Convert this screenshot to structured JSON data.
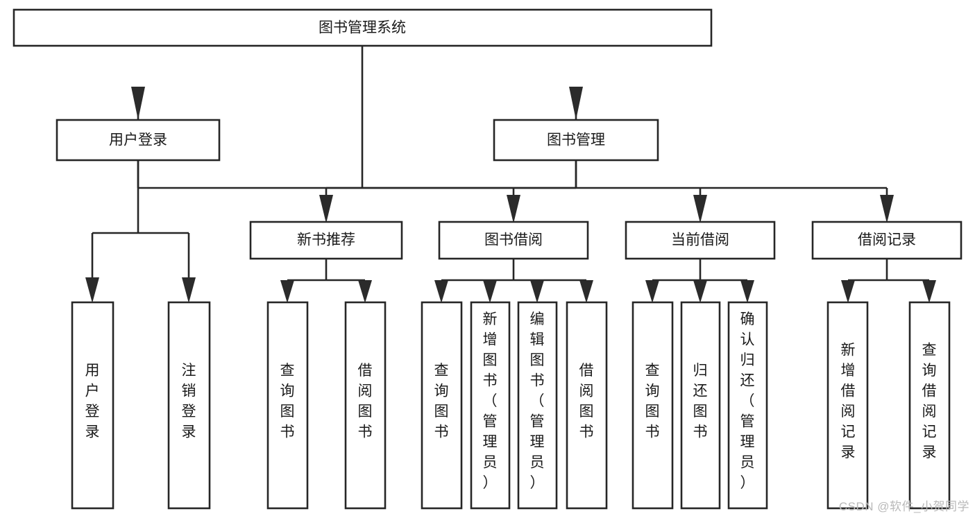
{
  "diagram": {
    "type": "tree-hierarchy-chart",
    "title": "图书管理系统",
    "watermark": "CSDN @软件_小贺同学",
    "colors": {
      "box_stroke": "#262626",
      "box_fill": "#ffffff",
      "text": "#1a1a1a",
      "arrow": "#2b2b2b",
      "watermark": "#b9b9b9",
      "background": "#ffffff"
    },
    "root": {
      "label": "图书管理系统",
      "orientation": "horizontal"
    },
    "level2": [
      {
        "label": "用户登录",
        "orientation": "horizontal"
      },
      {
        "label": "图书管理",
        "orientation": "horizontal"
      }
    ],
    "level3": [
      {
        "label": "新书推荐",
        "orientation": "horizontal",
        "parent": "图书管理"
      },
      {
        "label": "图书借阅",
        "orientation": "horizontal",
        "parent": "图书管理"
      },
      {
        "label": "当前借阅",
        "orientation": "horizontal",
        "parent": "图书管理"
      },
      {
        "label": "借阅记录",
        "orientation": "horizontal",
        "parent": "图书管理"
      }
    ],
    "leaves": {
      "user_login": [
        {
          "label": "用户登录",
          "lines": [
            "用",
            "户",
            "登",
            "录"
          ]
        },
        {
          "label": "注销登录",
          "lines": [
            "注",
            "销",
            "登",
            "录"
          ]
        }
      ],
      "new_book_recommend": [
        {
          "label": "查询图书",
          "lines": [
            "查",
            "询",
            "图",
            "书"
          ]
        },
        {
          "label": "借阅图书",
          "lines": [
            "借",
            "阅",
            "图",
            "书"
          ]
        }
      ],
      "book_borrow": [
        {
          "label": "查询图书",
          "lines": [
            "查",
            "询",
            "图",
            "书"
          ]
        },
        {
          "label": "新增图书（管理员）",
          "lines": [
            "新",
            "增",
            "图",
            "书",
            "（",
            "管",
            "理",
            "员",
            "）"
          ]
        },
        {
          "label": "编辑图书（管理员）",
          "lines": [
            "编",
            "辑",
            "图",
            "书",
            "（",
            "管",
            "理",
            "员",
            "）"
          ]
        },
        {
          "label": "借阅图书",
          "lines": [
            "借",
            "阅",
            "图",
            "书"
          ]
        }
      ],
      "current_borrow": [
        {
          "label": "查询图书",
          "lines": [
            "查",
            "询",
            "图",
            "书"
          ]
        },
        {
          "label": "归还图书",
          "lines": [
            "归",
            "还",
            "图",
            "书"
          ]
        },
        {
          "label": "确认归还（管理员）",
          "lines": [
            "确",
            "认",
            "归",
            "还",
            "（",
            "管",
            "理",
            "员",
            "）"
          ]
        }
      ],
      "borrow_record": [
        {
          "label": "新增借阅记录",
          "lines": [
            "新",
            "增",
            "借",
            "阅",
            "记",
            "录"
          ]
        },
        {
          "label": "查询借阅记录",
          "lines": [
            "查",
            "询",
            "借",
            "阅",
            "记",
            "录"
          ]
        }
      ]
    }
  }
}
